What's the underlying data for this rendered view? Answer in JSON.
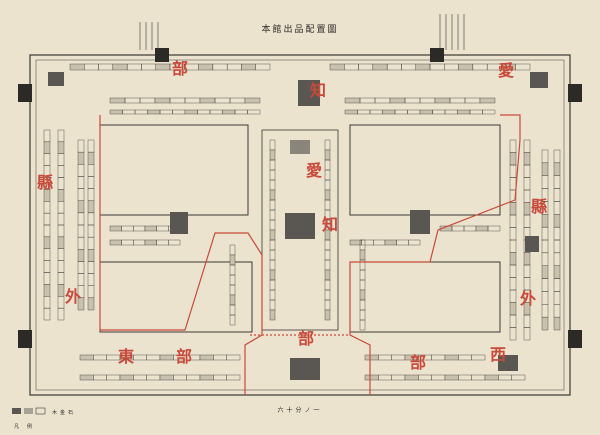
{
  "map": {
    "title": "本館出品配置圖",
    "scale_label": "六十分ノ一",
    "region_labels": [
      {
        "id": "aichi-top",
        "text": "愛"
      },
      {
        "id": "bu-top",
        "text": "部"
      },
      {
        "id": "chi-top",
        "text": "知"
      },
      {
        "id": "ai-center",
        "text": "愛"
      },
      {
        "id": "chi-center",
        "text": "知"
      },
      {
        "id": "bu-center",
        "text": "部"
      },
      {
        "id": "ken-left",
        "text": "縣"
      },
      {
        "id": "gai-left",
        "text": "外"
      },
      {
        "id": "higashi",
        "text": "東"
      },
      {
        "id": "bu-bottom-left",
        "text": "部"
      },
      {
        "id": "bu-bottom-right",
        "text": "部"
      },
      {
        "id": "nishi",
        "text": "西"
      },
      {
        "id": "ken-right",
        "text": "縣"
      },
      {
        "id": "gai-right",
        "text": "外"
      }
    ],
    "legend": {
      "label": "凡例",
      "items": [
        "木",
        "金",
        "石"
      ]
    },
    "colors": {
      "paper": "#ece3cf",
      "ink": "#2c2a26",
      "red": "#c84a3a",
      "block": "#5a5752"
    }
  }
}
